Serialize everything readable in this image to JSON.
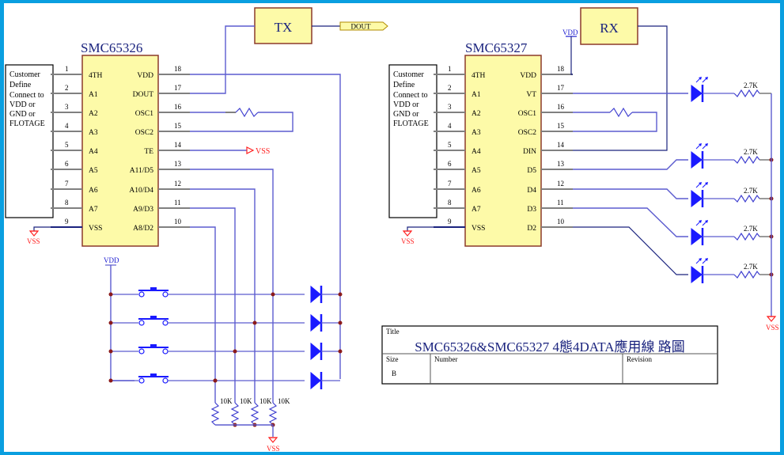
{
  "title_block": {
    "title_label": "Title",
    "title": "SMC65326&SMC65327 4態4DATA應用線 路圖",
    "size_label": "Size",
    "size_value": "B",
    "number_label": "Number",
    "revision_label": "Revision"
  },
  "tx_section": {
    "chip_name": "SMC65326",
    "module_label": "TX",
    "output_port": "DOUT",
    "customer_box": [
      "Customer",
      "Define",
      "Connect to",
      "VDD or",
      "GND or",
      "FLOTAGE"
    ],
    "left_pins": [
      {
        "num": "1",
        "name": "4TH"
      },
      {
        "num": "2",
        "name": "A1"
      },
      {
        "num": "3",
        "name": "A2"
      },
      {
        "num": "4",
        "name": "A3"
      },
      {
        "num": "5",
        "name": "A4"
      },
      {
        "num": "6",
        "name": "A5"
      },
      {
        "num": "7",
        "name": "A6"
      },
      {
        "num": "8",
        "name": "A7"
      },
      {
        "num": "9",
        "name": "VSS"
      }
    ],
    "right_pins": [
      {
        "num": "18",
        "name": "VDD"
      },
      {
        "num": "17",
        "name": "DOUT"
      },
      {
        "num": "16",
        "name": "OSC1"
      },
      {
        "num": "15",
        "name": "OSC2"
      },
      {
        "num": "14",
        "name": "TE"
      },
      {
        "num": "13",
        "name": "A11/D5"
      },
      {
        "num": "12",
        "name": "A10/D4"
      },
      {
        "num": "11",
        "name": "A9/D3"
      },
      {
        "num": "10",
        "name": "A8/D2"
      }
    ],
    "te_net": "VSS",
    "vss_label": "VSS",
    "vdd_label": "VDD",
    "pulldown_resistors": [
      "10K",
      "10K",
      "10K",
      "10K"
    ],
    "bottom_vss_label": "VSS"
  },
  "rx_section": {
    "chip_name": "SMC65327",
    "module_label": "RX",
    "vdd_label": "VDD",
    "customer_box": [
      "Customer",
      "Define",
      "Connect to",
      "VDD or",
      "GND or",
      "FLOTAGE"
    ],
    "left_pins": [
      {
        "num": "1",
        "name": "4TH"
      },
      {
        "num": "2",
        "name": "A1"
      },
      {
        "num": "3",
        "name": "A2"
      },
      {
        "num": "4",
        "name": "A3"
      },
      {
        "num": "5",
        "name": "A4"
      },
      {
        "num": "6",
        "name": "A5"
      },
      {
        "num": "7",
        "name": "A6"
      },
      {
        "num": "8",
        "name": "A7"
      },
      {
        "num": "9",
        "name": "VSS"
      }
    ],
    "right_pins": [
      {
        "num": "18",
        "name": "VDD"
      },
      {
        "num": "17",
        "name": "VT"
      },
      {
        "num": "16",
        "name": "OSC1"
      },
      {
        "num": "15",
        "name": "OSC2"
      },
      {
        "num": "14",
        "name": "DIN"
      },
      {
        "num": "13",
        "name": "D5"
      },
      {
        "num": "12",
        "name": "D4"
      },
      {
        "num": "11",
        "name": "D3"
      },
      {
        "num": "10",
        "name": "D2"
      }
    ],
    "vss_label": "VSS",
    "led_resistors": [
      "2.7K",
      "2.7K",
      "2.7K",
      "2.7K",
      "2.7K"
    ],
    "right_vss_label": "VSS"
  }
}
